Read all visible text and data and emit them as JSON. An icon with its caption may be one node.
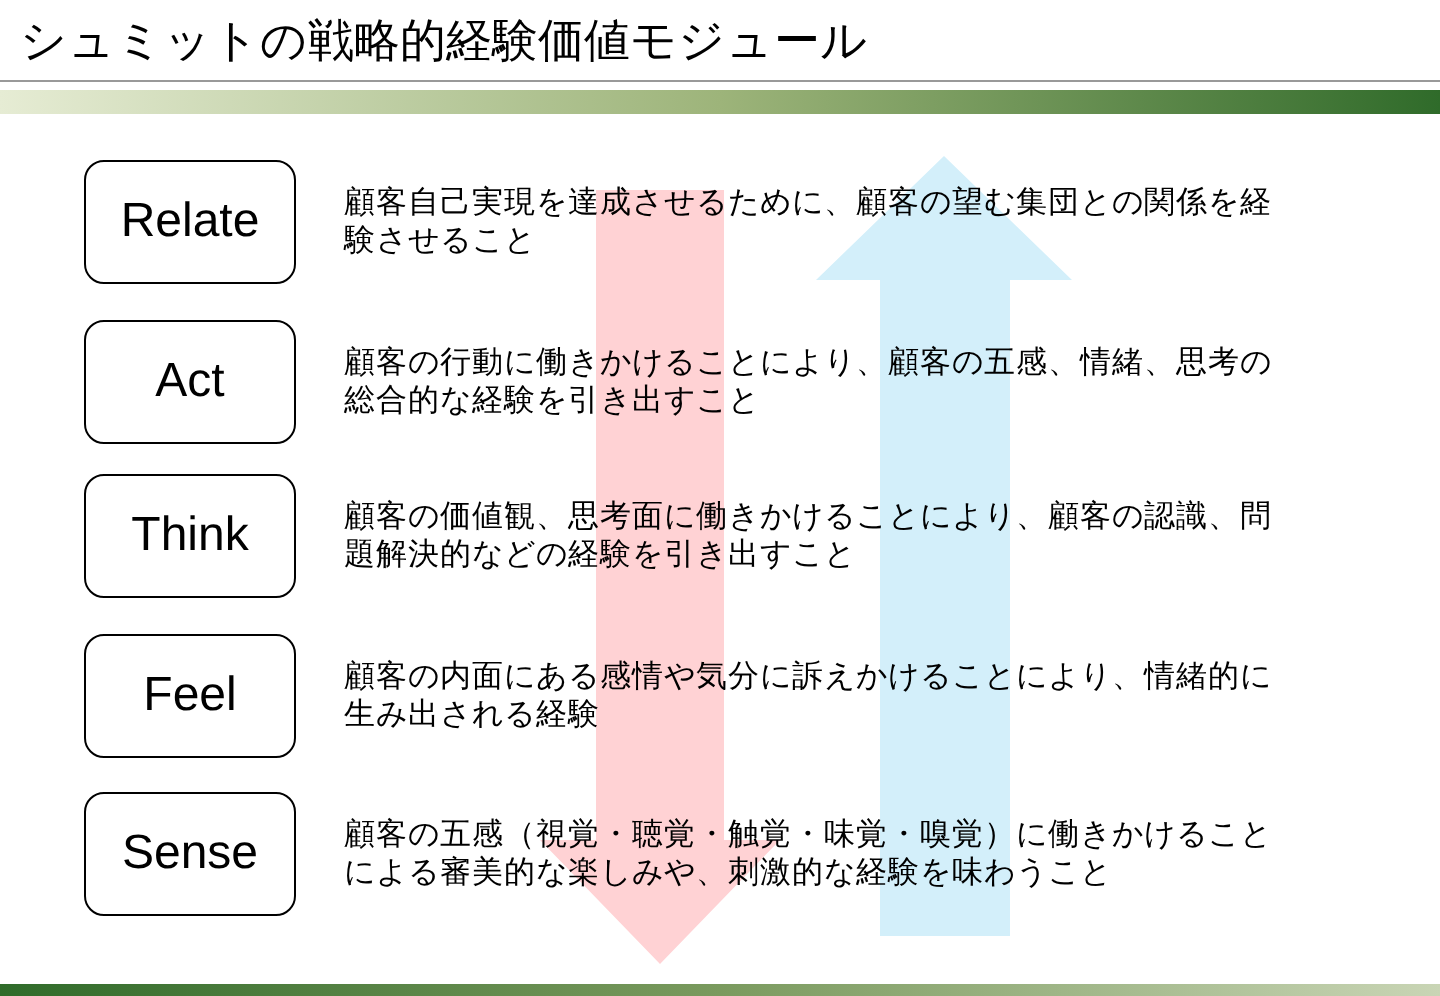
{
  "diagram": {
    "title": "シュミットの戦略的経験価値モジュール",
    "nodes": [
      {
        "text": [
          "Relate"
        ],
        "beside": [
          "顧客自己実現を達成させるために、顧客の望む集団との関係を経験させること"
        ]
      },
      {
        "text": [
          "Act"
        ],
        "beside": [
          "顧客の行動に働きかけることにより、顧客の五感、情緒、思考の総合的な経験を引き出すこと"
        ]
      },
      {
        "text": [
          "Think"
        ],
        "beside": [
          "顧客の価値観、思考面に働きかけることにより、顧客の認識、問題解決的などの経験を引き出すこと"
        ]
      },
      {
        "text": [
          "Feel"
        ],
        "beside": [
          "顧客の内面にある感情や気分に訴えかけることにより、情緒的に生み出される経験"
        ]
      },
      {
        "text": [
          "Sense"
        ],
        "beside": [
          "顧客の五感（視覚・聴覚・触覚・味覚・嗅覚）に働きかけることによる審美的な楽しみや、刺激的な経験を味わうこと"
        ]
      }
    ]
  }
}
